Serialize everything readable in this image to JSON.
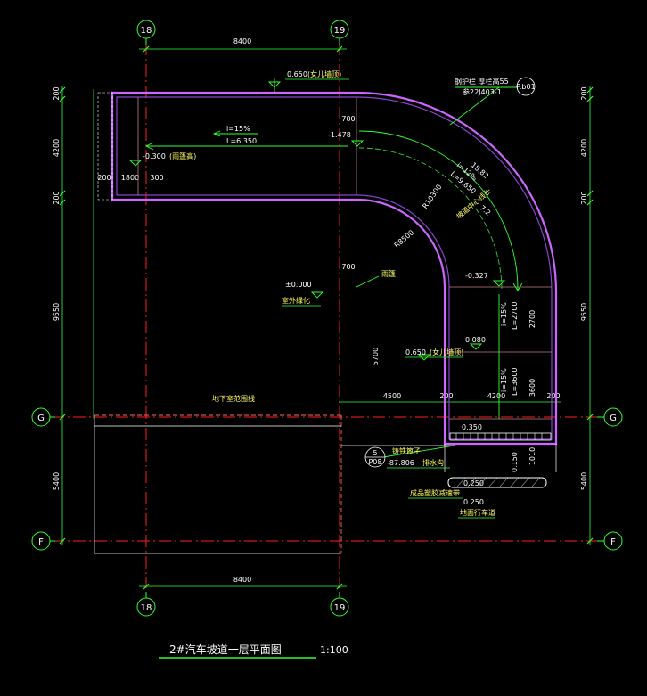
{
  "drawing": {
    "title": "2#汽车坡道一层平面图",
    "scale": "1:100"
  },
  "axes": {
    "c18": "18",
    "c19": "19",
    "rG": "G",
    "rF": "F"
  },
  "dims": {
    "top_span": "8400",
    "bottom_span": "8400",
    "left_h1": "200",
    "left_h2": "4200",
    "left_h3": "200",
    "left_h4": "9550",
    "left_h5": "5400",
    "right_h1": "200",
    "right_h2": "4200",
    "right_h3": "200",
    "right_h4": "9550",
    "right_h5": "5400",
    "w200a": "200",
    "w1800": "1800",
    "w300": "300",
    "h700a": "700",
    "h700b": "700",
    "d5700": "5700",
    "d4500": "4500",
    "d200b": "200",
    "d4200": "4200",
    "d200c": "200",
    "d2700": "2700",
    "d3600": "3600",
    "d1010": "1010",
    "r8500": "R8500",
    "r10300": "R10300"
  },
  "notes": {
    "lv_top": "0.650",
    "lv_top_txt": "(女儿墙顶)",
    "guard": "钢护栏 厚栏高55",
    "guard_ref": "参22J403-1",
    "guard_tag": "P.b01",
    "slope1": "i=15%",
    "slope1_l": "L=6.350",
    "lv_m1478": "-1.478",
    "lv_m0300": "-0.300",
    "lv_m0300_txt": "(雨篷高)",
    "arc_slope": "i=12%",
    "arc_len": "L=9.650",
    "arc_ref": "坡道中心线长",
    "arc_num": "18.82",
    "arc_dir": "7.2",
    "lv_m0327": "-0.327",
    "lv_000": "±0.000",
    "lv_000_txt": "室外绿化",
    "canopy": "雨篷",
    "lv_0080": "0.080",
    "slope2": "i=15%",
    "slope2_l": "L=2700",
    "slope3": "i=15%",
    "slope3_l": "L=3600",
    "lv_0650b": "0.650",
    "lv_0650b_txt": "(女儿墙顶)",
    "basement": "地下室范围线",
    "lv_0350": "0.350",
    "lv_0150": "0.150",
    "drain_tag_top": "5",
    "drain_tag_bot": "P08",
    "drain_grate": "铸铁篦子",
    "drain_lv": "-87.806",
    "drain_ditch": "排水沟",
    "lv_0250a": "0.250",
    "lv_0250a_txt": "成品塑胶减速带",
    "lv_0250b": "0.250",
    "lv_0250b_txt": "地面行车道"
  }
}
